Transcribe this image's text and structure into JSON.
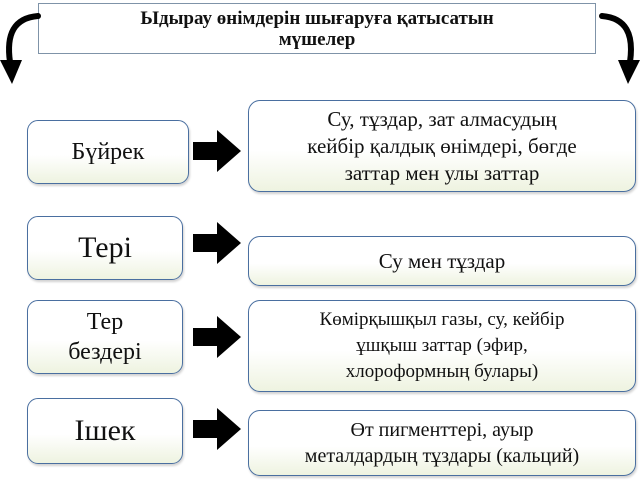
{
  "title": {
    "line1": "Ыдырау өнімдерін шығаруға қатысатын",
    "line2": "мүшелер"
  },
  "rows": [
    {
      "organ": [
        "Бүйрек"
      ],
      "product": [
        "Су, тұздар, зат алмасудың",
        "кейбір қалдық өнімдері, бөгде",
        "заттар мен улы заттар"
      ]
    },
    {
      "organ": [
        "Тері"
      ],
      "product": [
        "Су мен тұздар"
      ]
    },
    {
      "organ": [
        "Тер",
        "бездері"
      ],
      "product": [
        "Көмірқышқыл газы, су, кейбір",
        "ұшқыш заттар (эфир,",
        "хлороформның булары)"
      ]
    },
    {
      "organ": [
        "Ішек"
      ],
      "product": [
        "Өт пигменттері, ауыр",
        "металдардың тұздары (кальций)"
      ]
    }
  ],
  "colors": {
    "box_border": "#4a6fa0",
    "title_border": "#7f93a8",
    "arrow": "#000000"
  }
}
